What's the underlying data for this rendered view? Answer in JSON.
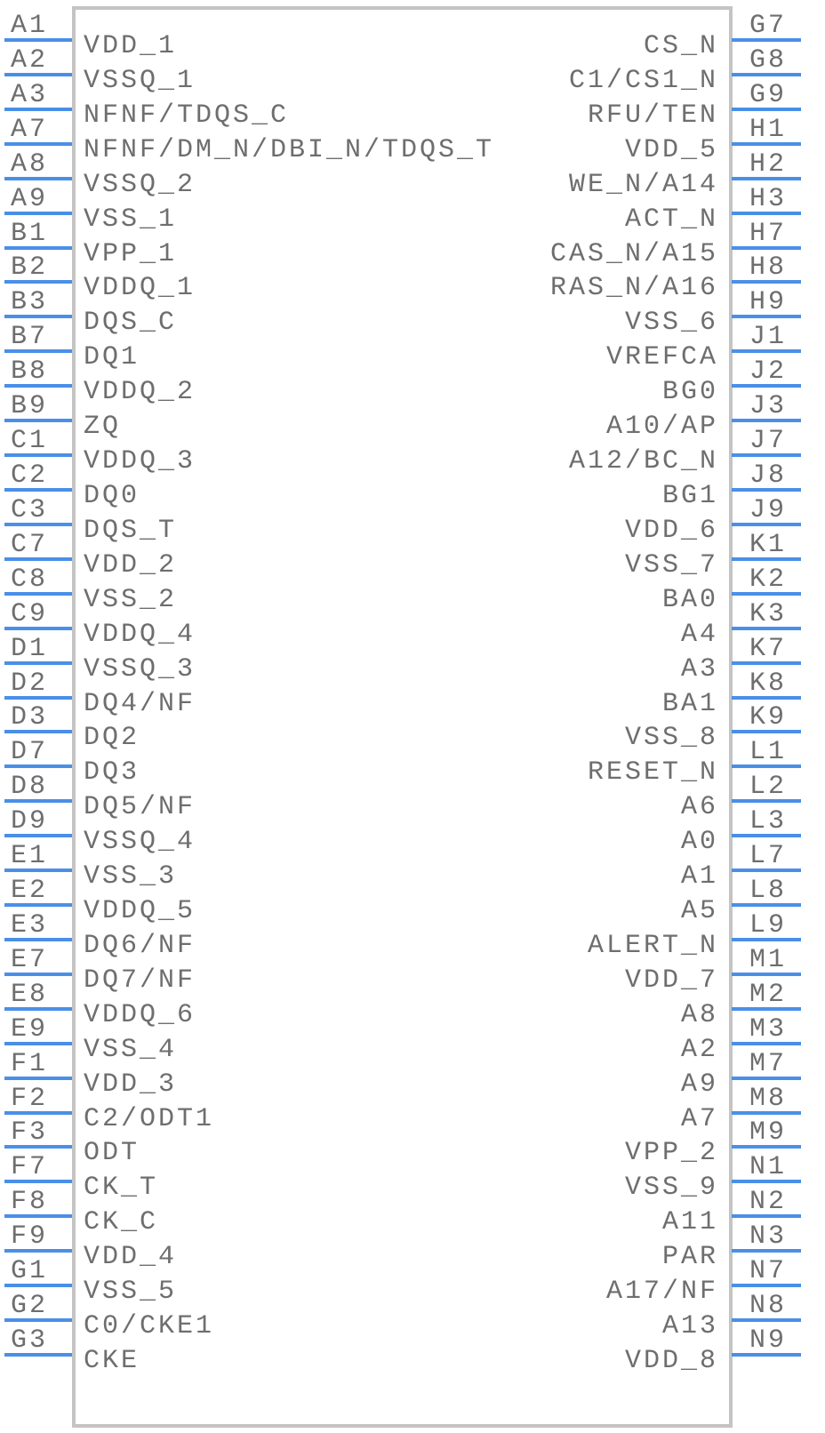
{
  "colors": {
    "pin": "#4a8fe7",
    "border": "#c4c4c4",
    "text": "#6e6e6e"
  },
  "left_pins": [
    {
      "num": "A1",
      "name": "VDD_1"
    },
    {
      "num": "A2",
      "name": "VSSQ_1"
    },
    {
      "num": "A3",
      "name": "NFNF/TDQS_C"
    },
    {
      "num": "A7",
      "name": "NFNF/DM_N/DBI_N/TDQS_T"
    },
    {
      "num": "A8",
      "name": "VSSQ_2"
    },
    {
      "num": "A9",
      "name": "VSS_1"
    },
    {
      "num": "B1",
      "name": "VPP_1"
    },
    {
      "num": "B2",
      "name": "VDDQ_1"
    },
    {
      "num": "B3",
      "name": "DQS_C"
    },
    {
      "num": "B7",
      "name": "DQ1"
    },
    {
      "num": "B8",
      "name": "VDDQ_2"
    },
    {
      "num": "B9",
      "name": "ZQ"
    },
    {
      "num": "C1",
      "name": "VDDQ_3"
    },
    {
      "num": "C2",
      "name": "DQ0"
    },
    {
      "num": "C3",
      "name": "DQS_T"
    },
    {
      "num": "C7",
      "name": "VDD_2"
    },
    {
      "num": "C8",
      "name": "VSS_2"
    },
    {
      "num": "C9",
      "name": "VDDQ_4"
    },
    {
      "num": "D1",
      "name": "VSSQ_3"
    },
    {
      "num": "D2",
      "name": "DQ4/NF"
    },
    {
      "num": "D3",
      "name": "DQ2"
    },
    {
      "num": "D7",
      "name": "DQ3"
    },
    {
      "num": "D8",
      "name": "DQ5/NF"
    },
    {
      "num": "D9",
      "name": "VSSQ_4"
    },
    {
      "num": "E1",
      "name": "VSS_3"
    },
    {
      "num": "E2",
      "name": "VDDQ_5"
    },
    {
      "num": "E3",
      "name": "DQ6/NF"
    },
    {
      "num": "E7",
      "name": "DQ7/NF"
    },
    {
      "num": "E8",
      "name": "VDDQ_6"
    },
    {
      "num": "E9",
      "name": "VSS_4"
    },
    {
      "num": "F1",
      "name": "VDD_3"
    },
    {
      "num": "F2",
      "name": "C2/ODT1"
    },
    {
      "num": "F3",
      "name": "ODT"
    },
    {
      "num": "F7",
      "name": "CK_T"
    },
    {
      "num": "F8",
      "name": "CK_C"
    },
    {
      "num": "F9",
      "name": "VDD_4"
    },
    {
      "num": "G1",
      "name": "VSS_5"
    },
    {
      "num": "G2",
      "name": "C0/CKE1"
    },
    {
      "num": "G3",
      "name": "CKE"
    }
  ],
  "right_pins": [
    {
      "num": "G7",
      "name": "CS_N"
    },
    {
      "num": "G8",
      "name": "C1/CS1_N"
    },
    {
      "num": "G9",
      "name": "RFU/TEN"
    },
    {
      "num": "H1",
      "name": "VDD_5"
    },
    {
      "num": "H2",
      "name": "WE_N/A14"
    },
    {
      "num": "H3",
      "name": "ACT_N"
    },
    {
      "num": "H7",
      "name": "CAS_N/A15"
    },
    {
      "num": "H8",
      "name": "RAS_N/A16"
    },
    {
      "num": "H9",
      "name": "VSS_6"
    },
    {
      "num": "J1",
      "name": "VREFCA"
    },
    {
      "num": "J2",
      "name": "BG0"
    },
    {
      "num": "J3",
      "name": "A10/AP"
    },
    {
      "num": "J7",
      "name": "A12/BC_N"
    },
    {
      "num": "J8",
      "name": "BG1"
    },
    {
      "num": "J9",
      "name": "VDD_6"
    },
    {
      "num": "K1",
      "name": "VSS_7"
    },
    {
      "num": "K2",
      "name": "BA0"
    },
    {
      "num": "K3",
      "name": "A4"
    },
    {
      "num": "K7",
      "name": "A3"
    },
    {
      "num": "K8",
      "name": "BA1"
    },
    {
      "num": "K9",
      "name": "VSS_8"
    },
    {
      "num": "L1",
      "name": "RESET_N"
    },
    {
      "num": "L2",
      "name": "A6"
    },
    {
      "num": "L3",
      "name": "A0"
    },
    {
      "num": "L7",
      "name": "A1"
    },
    {
      "num": "L8",
      "name": "A5"
    },
    {
      "num": "L9",
      "name": "ALERT_N"
    },
    {
      "num": "M1",
      "name": "VDD_7"
    },
    {
      "num": "M2",
      "name": "A8"
    },
    {
      "num": "M3",
      "name": "A2"
    },
    {
      "num": "M7",
      "name": "A9"
    },
    {
      "num": "M8",
      "name": "A7"
    },
    {
      "num": "M9",
      "name": "VPP_2"
    },
    {
      "num": "N1",
      "name": "VSS_9"
    },
    {
      "num": "N2",
      "name": "A11"
    },
    {
      "num": "N3",
      "name": "PAR"
    },
    {
      "num": "N7",
      "name": "A17/NF"
    },
    {
      "num": "N8",
      "name": "A13"
    },
    {
      "num": "N9",
      "name": "VDD_8"
    }
  ]
}
